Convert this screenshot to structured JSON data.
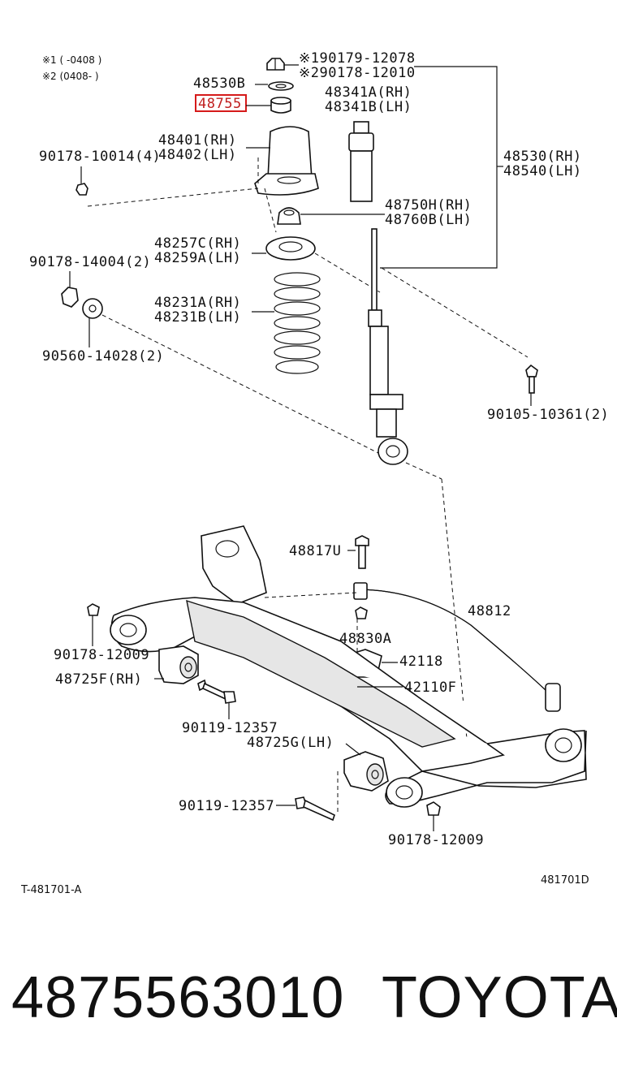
{
  "notes": {
    "note1": "※1 (     -0408 )",
    "note2": "※2 (0408-        )"
  },
  "labels": {
    "p90179": "※190179-12078",
    "p90178a": "※290178-12010",
    "p48530b": "48530B",
    "p48755": "48755",
    "p48341a": "48341A(RH)",
    "p48341b": "48341B(LH)",
    "p48401": "48401(RH)",
    "p48402": "48402(LH)",
    "p90178_14": "90178-10014(4)",
    "p48530": "48530(RH)",
    "p48540": "48540(LH)",
    "p48750h": "48750H(RH)",
    "p48760b": "48760B(LH)",
    "p48257c": "48257C(RH)",
    "p48259a": "48259A(LH)",
    "p90178_14004": "90178-14004(2)",
    "p48231a": "48231A(RH)",
    "p48231b": "48231B(LH)",
    "p90560": "90560-14028(2)",
    "p90105": "90105-10361(2)",
    "p48817u": "48817U",
    "p48812": "48812",
    "p48830a": "48830A",
    "p90178_12009a": "90178-12009",
    "p42118": "42118",
    "p48725f": "48725F(RH)",
    "p42110f": "42110F",
    "p90119a": "90119-12357",
    "p48725g": "48725G(LH)",
    "p90119b": "90119-12357",
    "p90178_12009b": "90178-12009"
  },
  "codes": {
    "left": "T-481701-A",
    "right": "481701D"
  },
  "footer": {
    "part_number": "4875563010",
    "brand": "TOYOTA"
  },
  "highlight_color": "#d61a1a"
}
